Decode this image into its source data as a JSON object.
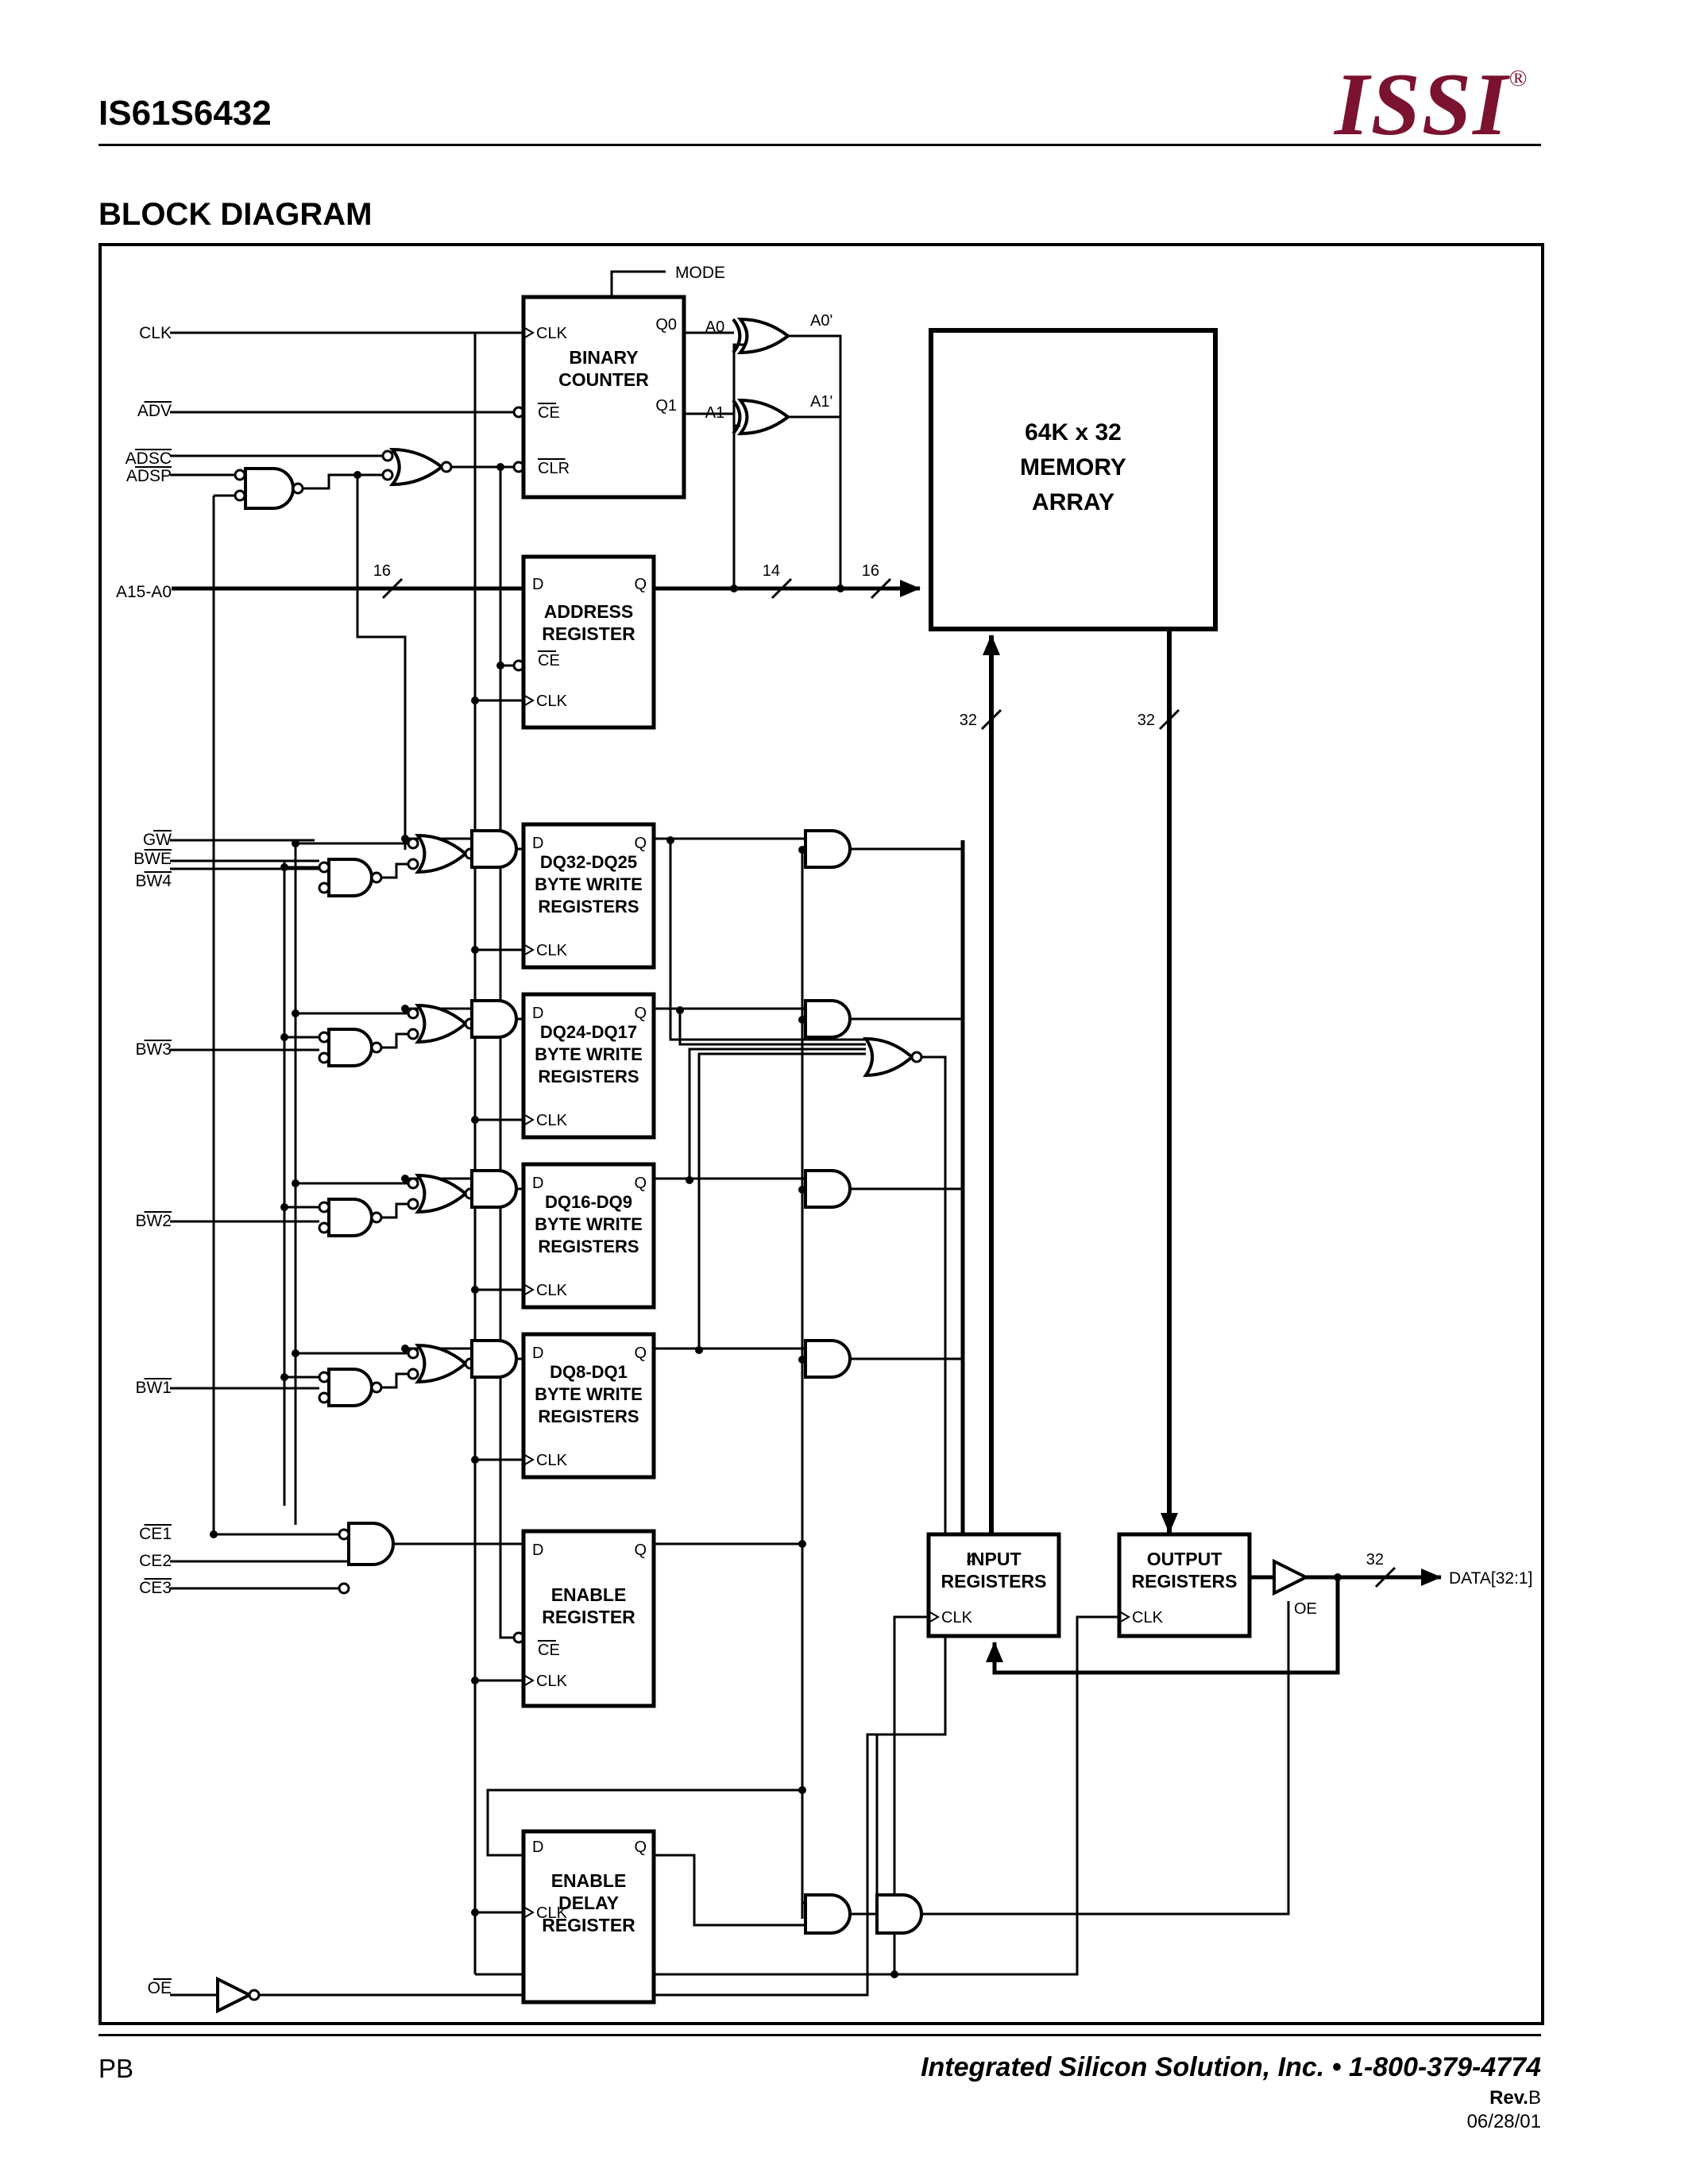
{
  "header": {
    "part_number": "IS61S6432",
    "logo": "ISSI",
    "logo_mark": "®"
  },
  "section_title": "BLOCK DIAGRAM",
  "signals": {
    "clk": "CLK",
    "adv": "ADV",
    "adsc": "ADSC",
    "adsp": "ADSP",
    "addr": "A15-A0",
    "gw": "GW",
    "bwe": "BWE",
    "bw4": "BW4",
    "bw3": "BW3",
    "bw2": "BW2",
    "bw1": "BW1",
    "ce1": "CE1",
    "ce2": "CE2",
    "ce3": "CE3",
    "oe": "OE",
    "mode": "MODE",
    "data": "DATA[32:1]"
  },
  "buses": {
    "addr_in": "16",
    "addr_mid": "14",
    "addr_out": "16",
    "mem_in": "32",
    "mem_out": "32",
    "input_bus": "4",
    "data_out": "32"
  },
  "pins": {
    "clk": "CLK",
    "ce": "CE",
    "clr": "CLR",
    "d": "D",
    "q": "Q",
    "q0": "Q0",
    "q1": "Q1",
    "a0": "A0",
    "a1": "A1",
    "a0p": "A0'",
    "a1p": "A1'",
    "oe_buf": "OE"
  },
  "blocks": {
    "binary_counter": [
      "BINARY",
      "COUNTER"
    ],
    "address_register": [
      "ADDRESS",
      "REGISTER"
    ],
    "memory_array": [
      "64K x 32",
      "MEMORY",
      "ARRAY"
    ],
    "bw_reg_1": [
      "DQ32-DQ25",
      "BYTE WRITE",
      "REGISTERS"
    ],
    "bw_reg_2": [
      "DQ24-DQ17",
      "BYTE WRITE",
      "REGISTERS"
    ],
    "bw_reg_3": [
      "DQ16-DQ9",
      "BYTE WRITE",
      "REGISTERS"
    ],
    "bw_reg_4": [
      "DQ8-DQ1",
      "BYTE WRITE",
      "REGISTERS"
    ],
    "enable_register": [
      "ENABLE",
      "REGISTER"
    ],
    "enable_delay_register": [
      "ENABLE",
      "DELAY",
      "REGISTER"
    ],
    "input_registers": [
      "INPUT",
      "REGISTERS"
    ],
    "output_registers": [
      "OUTPUT",
      "REGISTERS"
    ]
  },
  "footer": {
    "left": "PB",
    "company": "Integrated Silicon Solution, Inc. • 1-800-379-4774",
    "rev_label": "Rev.",
    "rev_value": "B",
    "date": "06/28/01"
  }
}
